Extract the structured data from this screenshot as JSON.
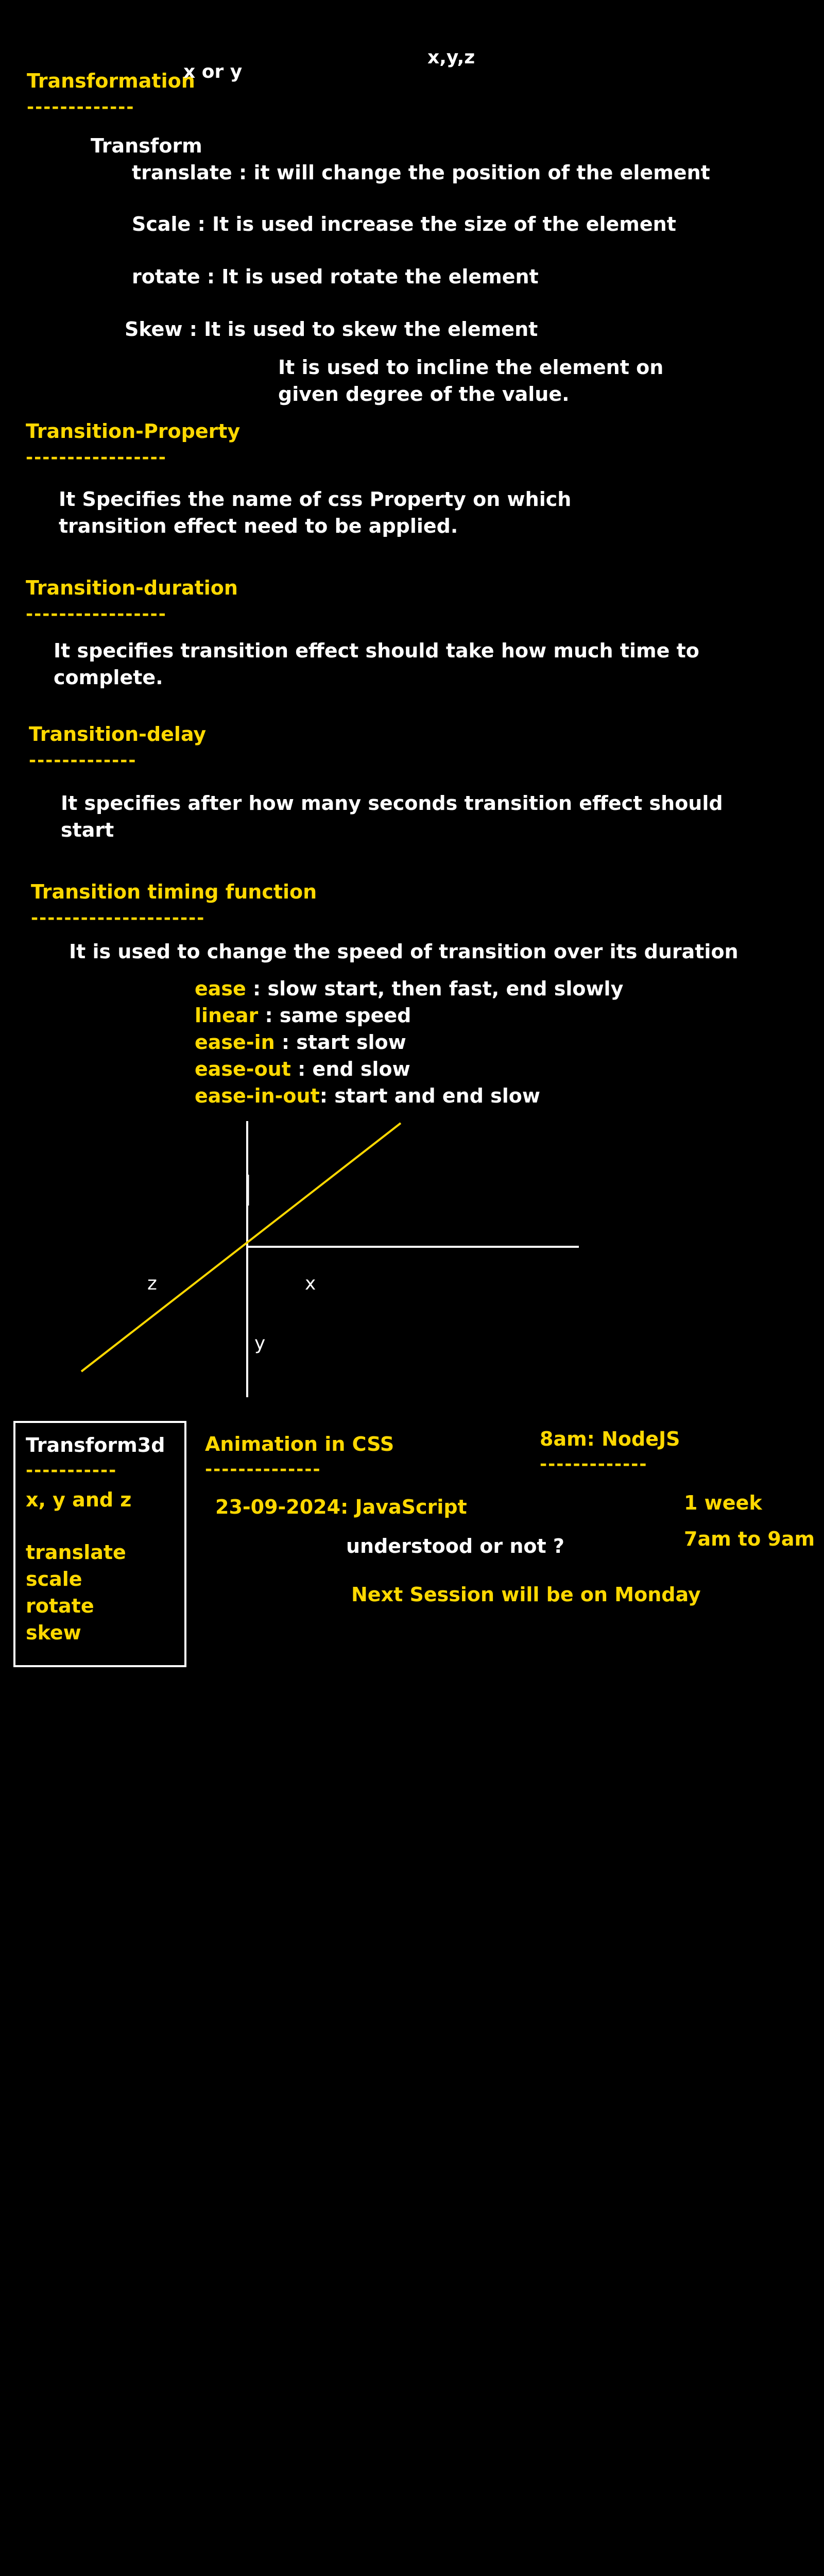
{
  "colors": {
    "background": "#000000",
    "text": "#FFFFFF",
    "accent": "#FFD800"
  },
  "transformation": {
    "heading": "Transformation",
    "heading_underline": "-------------",
    "note_x_or_y": "x or y",
    "note_xyz": "x,y,z",
    "transform_title": "Transform",
    "translate_line": "translate : it will change the position of the element",
    "scale_line": "Scale : It is used increase the size of the element",
    "rotate_line": "rotate : It is used rotate the element",
    "skew_line": "Skew : It is used to skew the element",
    "skew_detail_1": "It is used to incline the element on",
    "skew_detail_2": "given degree of the value."
  },
  "transition_property": {
    "heading": "Transition-Property",
    "heading_underline": "-----------------",
    "line_1": "It Specifies the name of css Property on which",
    "line_2": "transition effect need to be applied."
  },
  "transition_duration": {
    "heading": "Transition-duration",
    "heading_underline": "-----------------",
    "line_1": "It specifies transition effect should take how much time to",
    "line_2": "complete."
  },
  "transition_delay": {
    "heading": "Transition-delay",
    "heading_underline": "-------------",
    "line_1": "It specifies after how many seconds transition effect should",
    "line_2": "start"
  },
  "transition_timing": {
    "heading": "Transition timing function",
    "heading_underline": "---------------------",
    "description": "It is used to change the speed of transition over its duration",
    "items": [
      {
        "name": "ease",
        "desc": " : slow start, then fast, end slowly"
      },
      {
        "name": "linear",
        "desc": " :  same speed"
      },
      {
        "name": "ease-in",
        "desc": " : start slow"
      },
      {
        "name": "ease-out",
        "desc": " : end slow"
      },
      {
        "name": "ease-in-out",
        "desc": ": start and end slow"
      }
    ]
  },
  "axes_diagram": {
    "label_z": "z",
    "label_x": "x",
    "label_y": "y"
  },
  "transform3d": {
    "title": "Transform3d",
    "underline": "-----------",
    "axes": "x, y and z",
    "items": [
      "translate",
      "scale",
      "rotate",
      "skew"
    ]
  },
  "notes": {
    "animation_heading": "Animation in CSS",
    "animation_underline": "--------------",
    "nodejs": "8am: NodeJS",
    "nodejs_underline": "-------------",
    "javascript_date": "23-09-2024: JavaScript",
    "week": "1 week",
    "time": "7am to 9am",
    "question": "understood or not ?",
    "next_session": "Next Session will be on Monday"
  }
}
